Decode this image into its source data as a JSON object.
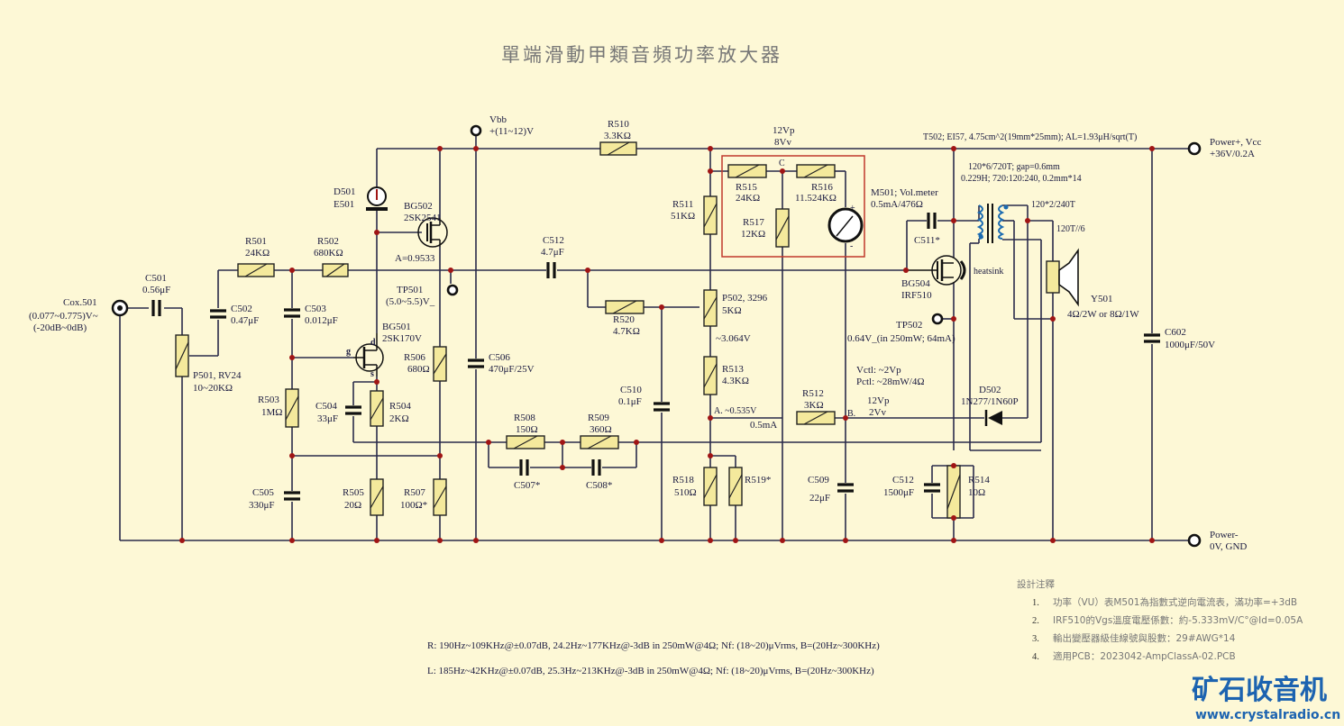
{
  "title": "單端滑動甲類音頻功率放大器",
  "inputs": {
    "cox": [
      "Cox.501",
      "(0.077~0.775)V~",
      "(-20dB~0dB)"
    ],
    "vbb": [
      "Vbb",
      "+(11~12)V"
    ],
    "power_plus": [
      "Power+, Vcc",
      "+36V/0.2A"
    ],
    "power_minus": [
      "Power-",
      "0V, GND"
    ]
  },
  "components": {
    "r510": [
      "R510",
      "3.3KΩ"
    ],
    "top_vp": [
      "12Vp",
      "8Vv"
    ],
    "t502": "T502; EI57, 4.75cm^2(19mm*25mm); AL=1.93μH/sqrt(T)",
    "t502_w1": [
      "120*6/720T; gap=0.6mm",
      "0.229H; 720:120:240, 0.2mm*14"
    ],
    "t502_w2": "120*2/240T",
    "t502_w3": "120T//6",
    "d501": [
      "D501",
      "E501"
    ],
    "bg502": [
      "BG502",
      "2SK2541"
    ],
    "a_val": "A=0.9533",
    "tp501": [
      "TP501",
      "(5.0~5.5)V_"
    ],
    "r501": [
      "R501",
      "24KΩ"
    ],
    "r502": [
      "R502",
      "680KΩ"
    ],
    "c501": [
      "C501",
      "0.56μF"
    ],
    "c502": [
      "C502",
      "0.47μF"
    ],
    "c503": [
      "C503",
      "0.012μF"
    ],
    "p501": [
      "P501, RV24",
      "10~20KΩ"
    ],
    "bg501": [
      "BG501",
      "2SK170V"
    ],
    "r506": [
      "R506",
      "680Ω"
    ],
    "c506": [
      "C506",
      "470μF/25V"
    ],
    "r503": [
      "R503",
      "1MΩ"
    ],
    "c504": [
      "C504",
      "33μF"
    ],
    "r504": [
      "R504",
      "2KΩ"
    ],
    "c505": [
      "C505",
      "330μF"
    ],
    "r505": [
      "R505",
      "20Ω"
    ],
    "r507": [
      "R507",
      "100Ω*"
    ],
    "r508": [
      "R508",
      "150Ω"
    ],
    "r509": [
      "R509",
      "360Ω"
    ],
    "c507": "C507*",
    "c508": "C508*",
    "c512a": [
      "C512",
      "4.7μF"
    ],
    "r520": [
      "R520",
      "4.7KΩ"
    ],
    "c510": [
      "C510",
      "0.1μF"
    ],
    "r511": [
      "R511",
      "51KΩ"
    ],
    "p502": [
      "P502, 3296",
      "5KΩ"
    ],
    "p502_v": "~3.064V",
    "r513": [
      "R513",
      "4.3KΩ"
    ],
    "node_a": "A. ~0.535V",
    "node_b": "B.",
    "node_c": "C",
    "r518": [
      "R518",
      "510Ω"
    ],
    "r519": "R519*",
    "r515": [
      "R515",
      "24KΩ"
    ],
    "r516": [
      "R516",
      "11.524KΩ"
    ],
    "r517": [
      "R517",
      "12KΩ"
    ],
    "m501": [
      "M501; Vol.meter",
      "0.5mA/476Ω"
    ],
    "r512": [
      "R512",
      "3KΩ"
    ],
    "i_05": "0.5mA",
    "mid_vp": [
      "12Vp",
      "2Vv"
    ],
    "c509": [
      "C509",
      "22μF"
    ],
    "c511": "C511*",
    "bg504": [
      "BG504",
      "IRF510"
    ],
    "heatsink": "heatsink",
    "tp502": [
      "TP502",
      "0.64V_(in 250mW; 64mA)"
    ],
    "vctl": [
      "Vctl: ~2Vp",
      "Pctl: ~28mW/4Ω"
    ],
    "d502": [
      "D502",
      "1N277/1N60P"
    ],
    "y501": [
      "Y501",
      "4Ω/2W or 8Ω/1W"
    ],
    "c602": [
      "C602",
      "1000μF/50V"
    ],
    "c512b": [
      "C512",
      "1500μF"
    ],
    "r514": [
      "R514",
      "10Ω"
    ]
  },
  "design_notes": {
    "heading": "設計注釋",
    "items": [
      {
        "num": "1.",
        "text": "功率（VU）表M501為指數式逆向電流表，滿功率=+3dB"
      },
      {
        "num": "2.",
        "text": "IRF510的Vgs溫度電壓係數：約-5.333mV/C°@Id=0.05A"
      },
      {
        "num": "3.",
        "text": "輸出變壓器級佳線號與股數：29#AWG*14"
      },
      {
        "num": "4.",
        "text": "適用PCB：2023042-AmpClassA-02.PCB"
      }
    ]
  },
  "specs": {
    "r": "R: 190Hz~109KHz@±0.07dB, 24.2Hz~177KHz@-3dB in 250mW@4Ω; Nf: (18~20)μVrms, B=(20Hz~300KHz)",
    "l": "L: 185Hz~42KHz@±0.07dB, 25.3Hz~213KHz@-3dB in 250mW@4Ω; Nf: (18~20)μVrms, B=(20Hz~300KHz)"
  },
  "watermark": {
    "logo": "矿石收音机",
    "url": "www.crystalradio.cn"
  },
  "colors": {
    "background": "#fdf8d6",
    "wire": "#2a2a4a",
    "resistor_fill": "#f4e99c",
    "node_dot": "#a01515",
    "meter_box": "#c0392b",
    "logo": "#1c63b0"
  }
}
